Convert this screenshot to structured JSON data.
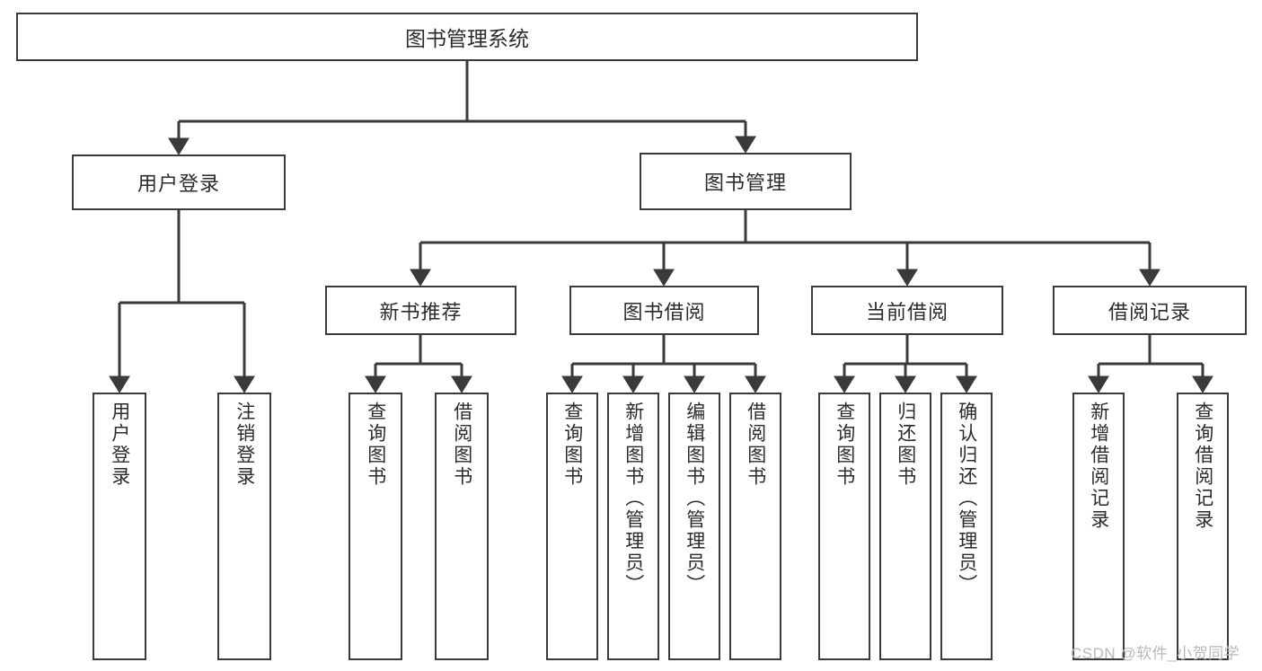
{
  "diagram": {
    "type": "tree-hierarchy",
    "title": "图书管理系统",
    "colors": {
      "background": "#ffffff",
      "node_border": "#3a3a3a",
      "node_fill": "#ffffff",
      "text": "#2b2b2b",
      "connector": "#3a3a3a",
      "watermark": "#b9b9b9"
    },
    "root": {
      "label": "图书管理系统"
    },
    "level1": [
      {
        "label": "用户登录"
      },
      {
        "label": "图书管理"
      }
    ],
    "level2": [
      {
        "label": "新书推荐"
      },
      {
        "label": "图书借阅"
      },
      {
        "label": "当前借阅"
      },
      {
        "label": "借阅记录"
      }
    ],
    "leaves": {
      "user_login": [
        {
          "label": "用户登录"
        },
        {
          "label": "注销登录"
        }
      ],
      "new_book_recommend": [
        {
          "label": "查询图书"
        },
        {
          "label": "借阅图书"
        }
      ],
      "book_borrow": [
        {
          "label": "查询图书"
        },
        {
          "label": "新增图书（管理员）"
        },
        {
          "label": "编辑图书（管理员）"
        },
        {
          "label": "借阅图书"
        }
      ],
      "current_borrow": [
        {
          "label": "查询图书"
        },
        {
          "label": "归还图书"
        },
        {
          "label": "确认归还（管理员）"
        }
      ],
      "borrow_record": [
        {
          "label": "新增借阅记录"
        },
        {
          "label": "查询借阅记录"
        }
      ]
    }
  },
  "watermark": {
    "text": "CSDN @软件_小贺同学"
  }
}
